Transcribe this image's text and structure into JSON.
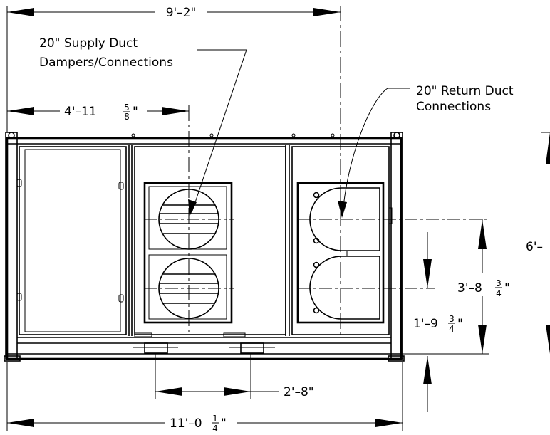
{
  "dimensions": {
    "overall_top": {
      "main": "9'–2\""
    },
    "supply_offset": {
      "main": "4'–11",
      "num": "5",
      "den": "8",
      "unit": "\""
    },
    "overall_bottom": {
      "main": "11'–0",
      "num": "1",
      "den": "4",
      "unit": "\""
    },
    "duct_spacing": {
      "main": "2'–8\""
    },
    "return_height": {
      "main": "3'–8",
      "num": "3",
      "den": "4",
      "unit": "\""
    },
    "return_base": {
      "main": "1'–9",
      "num": "3",
      "den": "4",
      "unit": "\""
    },
    "overall_height": {
      "main": "6'–"
    }
  },
  "callouts": {
    "supply": {
      "line1": "20\" Supply Duct",
      "line2": "Dampers/Connections"
    },
    "return": {
      "line1": "20\" Return Duct",
      "line2": "Connections"
    }
  }
}
